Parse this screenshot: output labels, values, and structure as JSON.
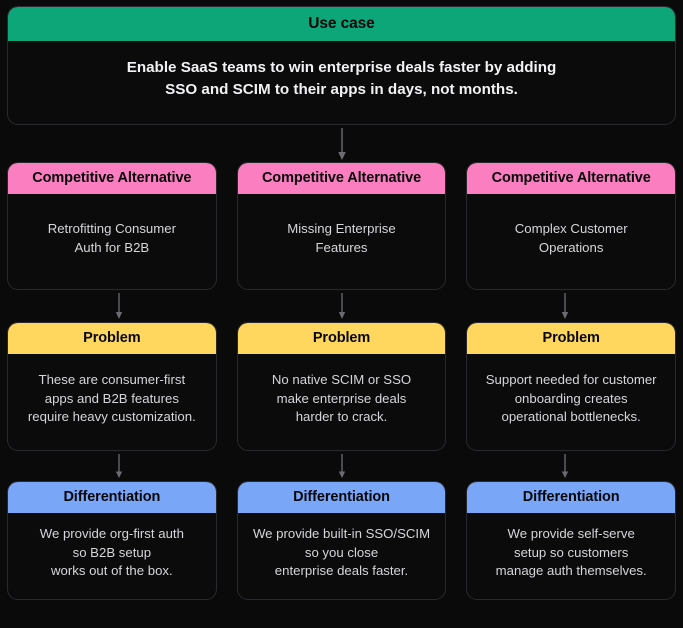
{
  "colors": {
    "background": "#0a0a0a",
    "card_background": "#0b0b0c",
    "card_border": "#2a2a2e",
    "usecase_header": "#0ca678",
    "alternative_header": "#fb7fc0",
    "problem_header": "#ffd75e",
    "differentiation_header": "#7aa6f8",
    "header_text": "#07070a",
    "body_text": "#d6d6da",
    "arrow": "#6b6b72"
  },
  "usecase": {
    "header": "Use case",
    "body": "Enable SaaS teams to win enterprise deals faster by adding\nSSO and SCIM to their apps in days, not months."
  },
  "columns": [
    {
      "alternative": {
        "header": "Competitive Alternative",
        "body": "Retrofitting Consumer\nAuth for B2B"
      },
      "problem": {
        "header": "Problem",
        "body": "These are consumer-first\napps and B2B features\nrequire heavy customization."
      },
      "differentiation": {
        "header": "Differentiation",
        "body": "We provide org-first auth\nso B2B setup\nworks out of the box."
      }
    },
    {
      "alternative": {
        "header": "Competitive Alternative",
        "body": "Missing Enterprise\nFeatures"
      },
      "problem": {
        "header": "Problem",
        "body": "No native SCIM or SSO\nmake enterprise deals\nharder to crack."
      },
      "differentiation": {
        "header": "Differentiation",
        "body": "We provide built-in SSO/SCIM\nso you close\nenterprise deals faster."
      }
    },
    {
      "alternative": {
        "header": "Competitive Alternative",
        "body": "Complex Customer\nOperations"
      },
      "problem": {
        "header": "Problem",
        "body": "Support needed for customer\nonboarding creates\noperational bottlenecks."
      },
      "differentiation": {
        "header": "Differentiation",
        "body": "We provide self-serve\nsetup so customers\nmanage auth themselves."
      }
    }
  ]
}
